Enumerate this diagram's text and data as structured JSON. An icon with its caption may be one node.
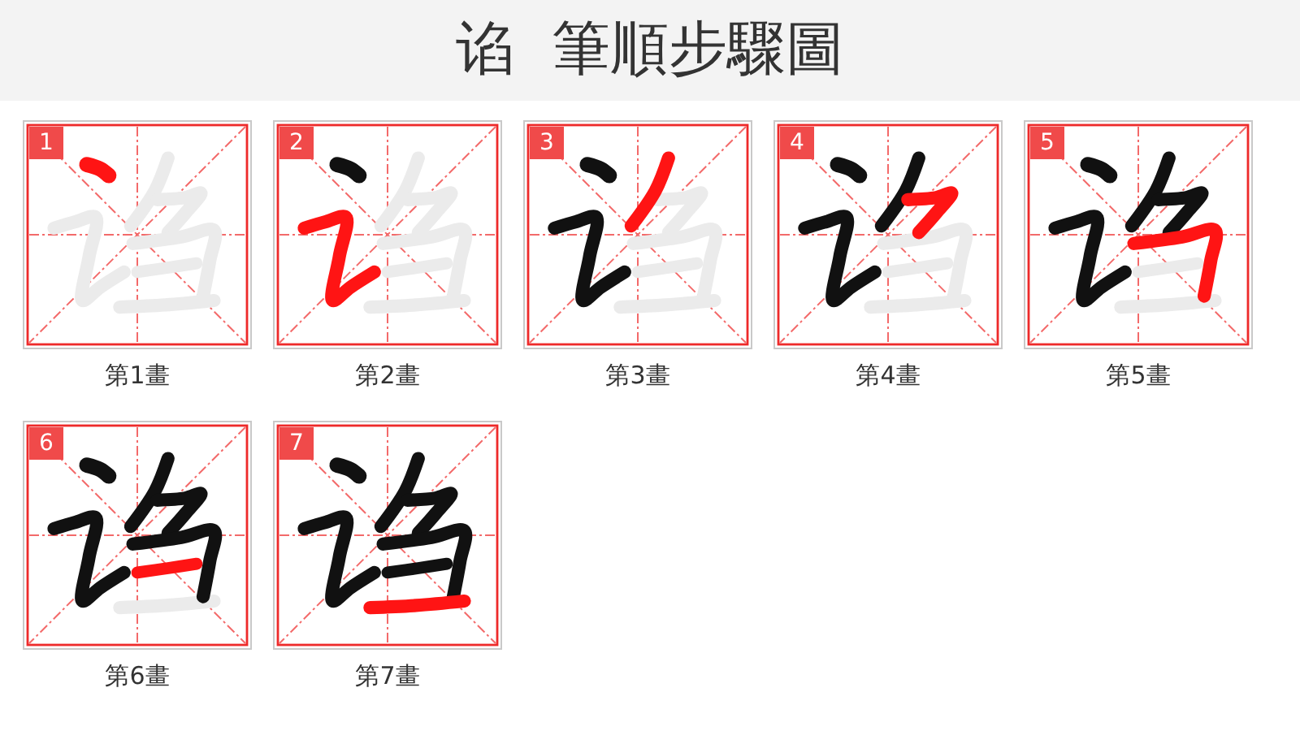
{
  "diagram": {
    "title": "谄 筆順步驟圖",
    "nodes": [
      {
        "text": [
          "1"
        ],
        "beside": [
          "第1畫"
        ]
      },
      {
        "text": [
          "2"
        ],
        "beside": [
          "第2畫"
        ]
      },
      {
        "text": [
          "3"
        ],
        "beside": [
          "第3畫"
        ]
      },
      {
        "text": [
          "4"
        ],
        "beside": [
          "第4畫"
        ]
      },
      {
        "text": [
          "5"
        ],
        "beside": [
          "第5畫"
        ]
      },
      {
        "text": [
          "6"
        ],
        "beside": [
          "第6畫"
        ]
      },
      {
        "text": [
          "7"
        ],
        "beside": [
          "第7畫"
        ]
      }
    ]
  }
}
